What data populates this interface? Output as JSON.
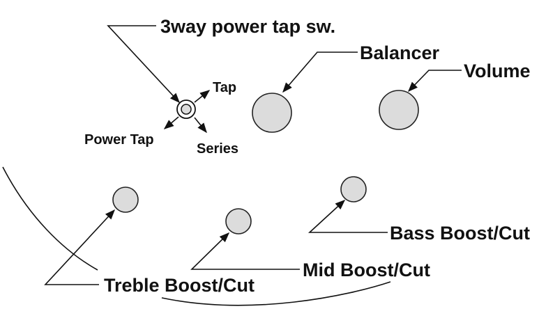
{
  "labels": {
    "switch": "3way power tap sw.",
    "balancer": "Balancer",
    "volume": "Volume",
    "tap": "Tap",
    "power_tap": "Power Tap",
    "series": "Series",
    "treble": "Treble Boost/Cut",
    "mid": "Mid Boost/Cut",
    "bass": "Bass Boost/Cut"
  },
  "colors": {
    "knob_fill": "#dcdcdc",
    "outline": "#111111"
  }
}
